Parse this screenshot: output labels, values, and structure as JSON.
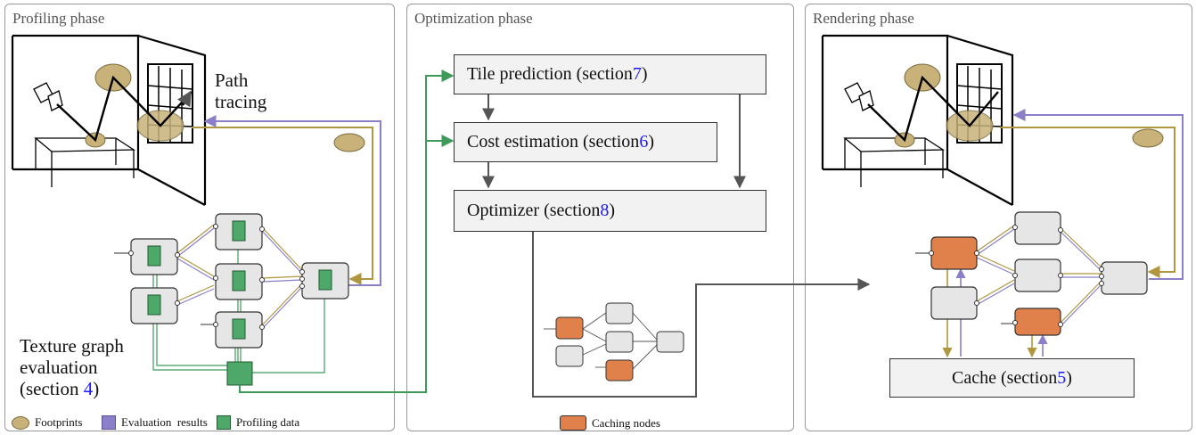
{
  "panels": {
    "profiling": {
      "title": "Profiling phase"
    },
    "optimization": {
      "title": "Optimization phase"
    },
    "rendering": {
      "title": "Rendering phase"
    }
  },
  "labels": {
    "path_tracing_1": "Path",
    "path_tracing_2": "tracing",
    "texture_graph_1": "Texture graph",
    "texture_graph_2": "evaluation",
    "texture_graph_3_prefix": "(section ",
    "texture_graph_3_ref": "4",
    "texture_graph_3_suffix": ")"
  },
  "boxes": {
    "tile_prediction": {
      "prefix": "Tile prediction (section ",
      "ref": "7",
      "suffix": ")"
    },
    "cost_estimation": {
      "prefix": "Cost estimation (section ",
      "ref": "6",
      "suffix": ")"
    },
    "optimizer": {
      "prefix": "Optimizer (section ",
      "ref": "8",
      "suffix": ")"
    },
    "cache": {
      "prefix": "Cache (section ",
      "ref": "5",
      "suffix": ")"
    }
  },
  "legend": {
    "footprints": "Footprints",
    "evaluation_results": "Evaluation  results",
    "profiling_data": "Profiling data",
    "caching_nodes": "Caching nodes"
  },
  "colors": {
    "footprint": "#c8b27a",
    "evaluation": "#8a7fc8",
    "profiling": "#4ea86a",
    "caching": "#e0804a",
    "node": "#e6e6e6",
    "arrow_gray": "#555555",
    "link_reference": "#1a1aff"
  }
}
